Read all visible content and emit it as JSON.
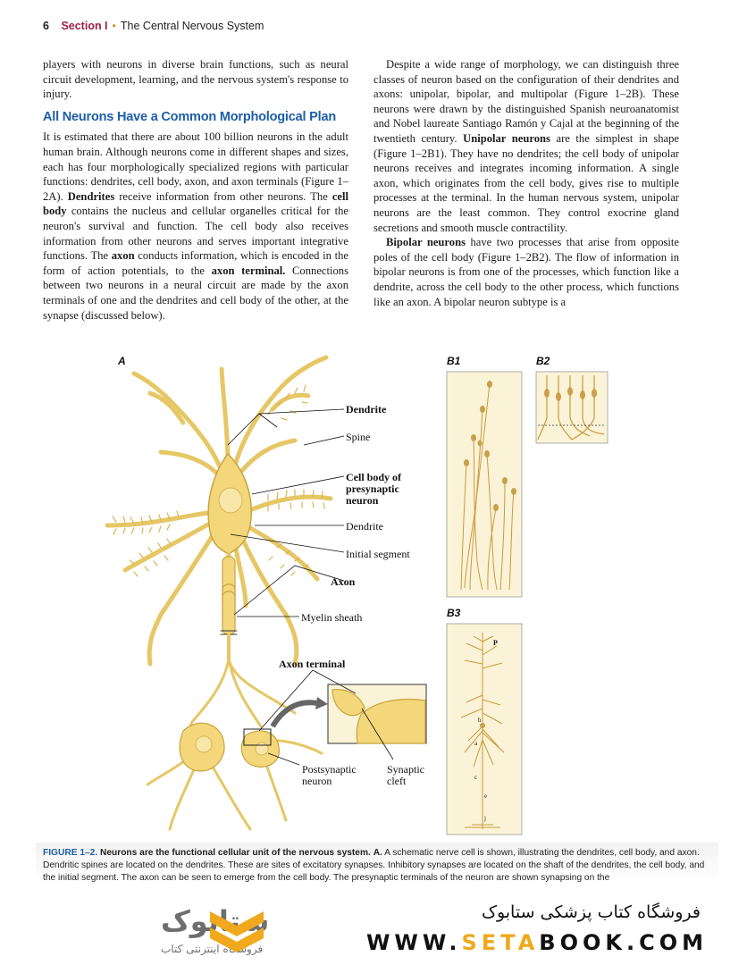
{
  "header": {
    "page_number": "6",
    "section": "Section I",
    "separator": "•",
    "title": "The Central Nervous System"
  },
  "left_column": {
    "p1": "players with neurons in diverse brain functions, such as neural circuit development, learning, and the nervous system's response to injury.",
    "heading": "All Neurons Have a Common Morphological Plan",
    "p2_a": "It is estimated that there are about 100 billion neurons in the adult human brain. Although neurons come in different shapes and sizes, each has four morphologically specialized regions with particular functions: dendrites, cell body, axon, and axon terminals (Figure 1–2A). ",
    "p2_b": "Dendrites",
    "p2_c": " receive information from other neurons. The ",
    "p2_d": "cell body",
    "p2_e": " contains the nucleus and cellular organelles critical for the neuron's survival and function. The cell body also receives information from other neurons and serves important integrative functions. The ",
    "p2_f": "axon",
    "p2_g": " conducts information, which is encoded in the form of action potentials, to the ",
    "p2_h": "axon terminal.",
    "p2_i": " Connections between two neurons in a neural circuit are made by the axon terminals of one and the dendrites and cell body of the other, at the synapse (discussed below)."
  },
  "right_column": {
    "p1_a": "Despite a wide range of morphology, we can distinguish three classes of neuron based on the configuration of their dendrites and axons: unipolar, bipolar, and multipolar (Figure 1–2B). These neurons were drawn by the distinguished Spanish neuroanatomist and Nobel laureate Santiago Ramón y Cajal at the beginning of the twentieth century. ",
    "p1_b": "Unipolar neurons",
    "p1_c": " are the simplest in shape (Figure 1–2B1). They have no dendrites; the cell body of unipolar neurons receives and integrates incoming information. A single axon, which originates from the cell body, gives rise to multiple processes at the terminal. In the human nervous system, unipolar neurons are the least common. They control exocrine gland secretions and smooth muscle contractility.",
    "p2_a": "Bipolar neurons",
    "p2_b": " have two processes that arise from opposite poles of the cell body (Figure 1–2B2). The flow of information in bipolar neurons is from one of the processes, which function like a dendrite, across the cell body to the other process, which functions like an axon. A bipolar neuron subtype is a"
  },
  "figure": {
    "panels": {
      "a": "A",
      "b1": "B1",
      "b2": "B2",
      "b3": "B3"
    },
    "labels": {
      "dendrite_top": "Dendrite",
      "spine": "Spine",
      "cell_body_1": "Cell body of",
      "cell_body_2": "presynaptic",
      "cell_body_3": "neuron",
      "dendrite_mid": "Dendrite",
      "initial_segment": "Initial segment",
      "axon": "Axon",
      "myelin_sheath": "Myelin sheath",
      "axon_terminal": "Axon terminal",
      "postsynaptic_1": "Postsynaptic",
      "postsynaptic_2": "neuron",
      "synaptic_cleft_1": "Synaptic",
      "synaptic_cleft_2": "cleft"
    },
    "b3_marks": {
      "p": "P",
      "b": "b",
      "a": "a",
      "c": "c",
      "e": "e",
      "j": "j"
    }
  },
  "caption": {
    "label": "FIGURE 1–2.",
    "title": "Neurons are the functional cellular unit of the nervous system.",
    "panel": "A.",
    "text": "A schematic nerve cell is shown, illustrating the dendrites, cell body, and axon. Dendritic spines are located on the dendrites. These are sites of excitatory synapses. Inhibitory synapses are located on the shaft of the dendrites, the cell body, and the initial segment. The axon can be seen to emerge from the cell body. The presynaptic terminals of the neuron are shown synapsing on the"
  },
  "footer": {
    "store_name": "فروشگاه کتاب پزشکی ستابوک",
    "url_a": "WWW.",
    "url_b": "SETA",
    "url_c": "BOOK.COM",
    "logo_text": "ستابوک",
    "logo_sub": "فروشگاه اینترنتی کتاب"
  },
  "colors": {
    "accent_blue": "#1e5ea8",
    "section_red": "#a01f4a",
    "neuron_fill": "#f3d77a",
    "neuron_stroke": "#c9a43f",
    "panel_bg": "#fbf3d7",
    "logo_orange": "#f0a81d"
  }
}
